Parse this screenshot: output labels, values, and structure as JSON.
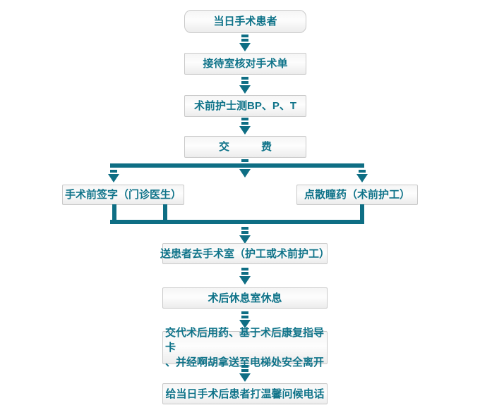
{
  "page": {
    "background": "#ffffff"
  },
  "colors": {
    "flow_teal": "#0e6e84",
    "node_text_teal": "#0f7389",
    "node_border": "#c9c9c9",
    "node_fill_top": "#f5f5f5",
    "node_fill_bottom": "#ececec"
  },
  "flowchart": {
    "nodes": {
      "start": "当日手术患者",
      "reception": "接待室核对手术单",
      "vitals": "术前护士测BP、P、T",
      "payment": "交　　　费",
      "presign": "手术前签字（门诊医生）",
      "drops": "点散瞳药（术前护工）",
      "transfer": "送患者去手术室（护工或术前护工）",
      "rest": "术后休息室休息",
      "instructions_line1": "交代术后用药、基于术后康复指导卡",
      "instructions_line2": "、并经啊胡拿送至电梯处安全离开",
      "phone": "给当日手术后患者打温馨问候电话"
    }
  }
}
